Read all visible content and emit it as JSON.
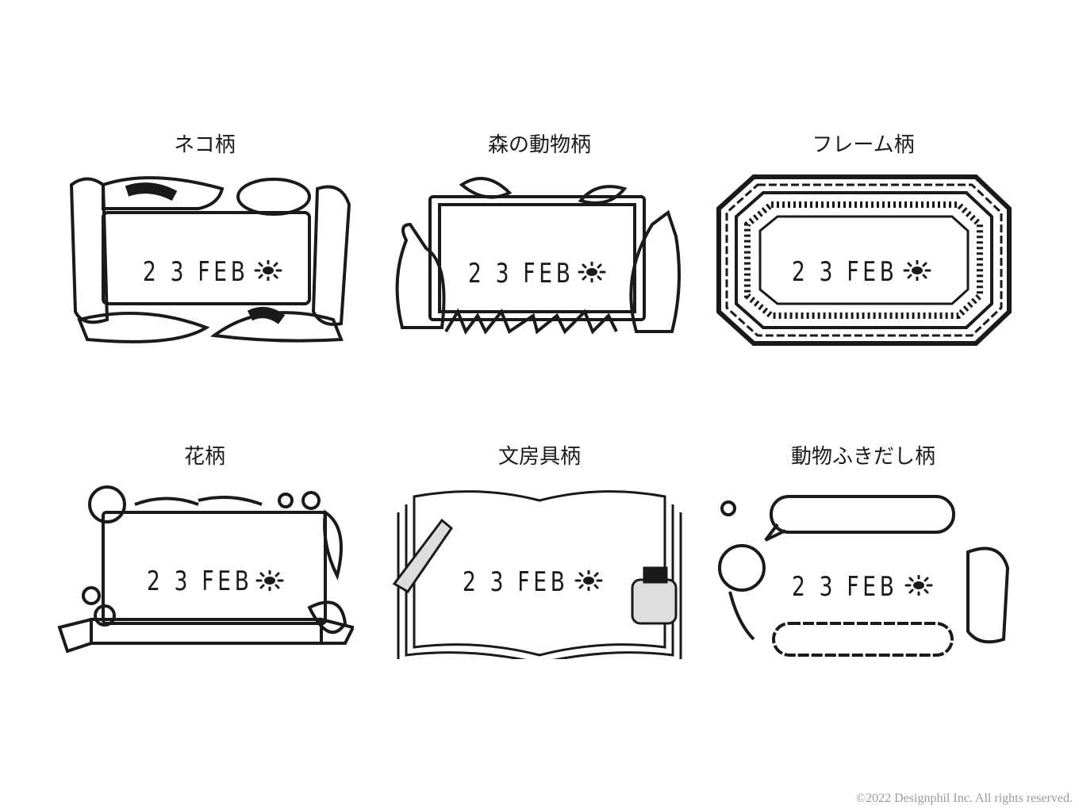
{
  "stamps": [
    {
      "title": "ネコ柄",
      "date": "2 3 FEB",
      "icon": "sun-icon"
    },
    {
      "title": "森の動物柄",
      "date": "2 3 FEB",
      "icon": "sun-icon"
    },
    {
      "title": "フレーム柄",
      "date": "2 3 FEB",
      "icon": "sun-icon"
    },
    {
      "title": "花柄",
      "date": "2 3 FEB",
      "icon": "sun-icon"
    },
    {
      "title": "文房具柄",
      "date": "2 3 FEB",
      "icon": "sun-icon"
    },
    {
      "title": "動物ふきだし柄",
      "date": "2 3 FEB",
      "icon": "sun-icon"
    }
  ],
  "copyright": "©2022 Designphil Inc. All rights reserved.",
  "colors": {
    "ink": "#1a1a1a",
    "copyright": "#9a9a9a"
  }
}
